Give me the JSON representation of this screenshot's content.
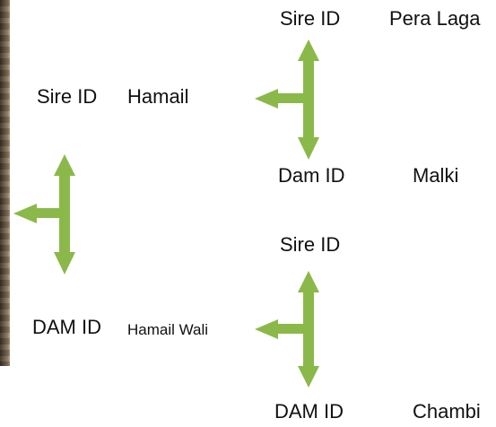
{
  "colors": {
    "arrow": "#8ab94a",
    "text": "#111111"
  },
  "pedigree": {
    "sire_branch": {
      "sire": {
        "label": "Sire ID",
        "value": "Pera Laga"
      },
      "dam": {
        "label": "Dam ID",
        "value": "Malki"
      },
      "self": {
        "label": "Sire ID",
        "value": "Hamail"
      }
    },
    "dam_branch": {
      "sire": {
        "label": "Sire ID",
        "value": ""
      },
      "dam": {
        "label": "DAM ID",
        "value": "Chambi"
      },
      "self": {
        "label": "DAM ID",
        "value": "Hamail Wali"
      }
    }
  }
}
